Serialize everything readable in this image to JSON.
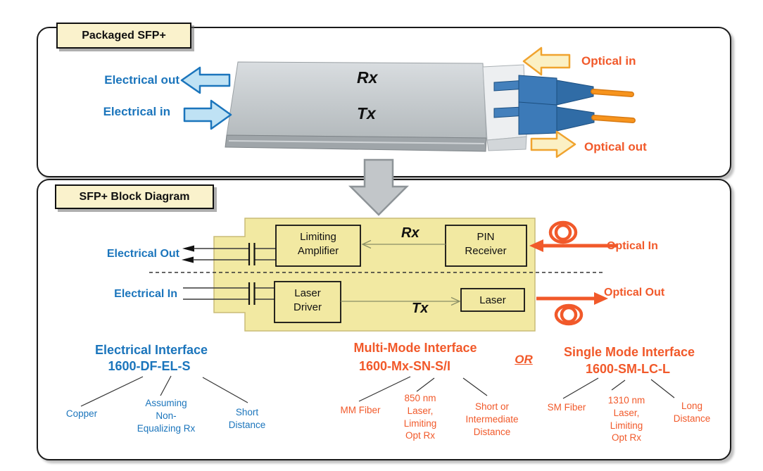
{
  "colors": {
    "blue": "#1b75bc",
    "orange": "#f1592a",
    "fiber_orange": "#f7941d",
    "yellow_block": "#f2e9a2",
    "title_box_bg": "#faf2cc",
    "blue_arrow_fill": "#bfe2f4",
    "yellow_arrow_fill": "#fbf0c4",
    "yellow_arrow_border": "#f0a32f",
    "gray_arrow_fill": "#c2c6c9"
  },
  "top_panel": {
    "title": "Packaged SFP+",
    "labels": {
      "electrical_out": "Electrical out",
      "electrical_in": "Electrical in",
      "optical_in": "Optical in",
      "optical_out": "Optical out",
      "rx": "Rx",
      "tx": "Tx"
    }
  },
  "bottom_panel": {
    "title": "SFP+ Block Diagram",
    "labels": {
      "electrical_out": "Electrical Out",
      "electrical_in": "Electrical In",
      "optical_in": "Optical In",
      "optical_out": "Optical Out",
      "rx": "Rx",
      "tx": "Tx",
      "or": "OR"
    },
    "blocks": {
      "limiting_amplifier": {
        "lines": [
          "Limiting",
          "Amplifier"
        ]
      },
      "pin_receiver": {
        "lines": [
          "PIN",
          "Receiver"
        ]
      },
      "laser_driver": {
        "lines": [
          "Laser",
          "Driver"
        ]
      },
      "laser": {
        "lines": [
          "Laser"
        ]
      }
    },
    "interfaces": {
      "electrical": {
        "title": "Electrical Interface",
        "part_number": "1600-DF-EL-S",
        "items": [
          {
            "lines": [
              "Copper"
            ]
          },
          {
            "lines": [
              "Assuming",
              "Non-",
              "Equalizing Rx"
            ]
          },
          {
            "lines": [
              "Short",
              "Distance"
            ]
          }
        ]
      },
      "multi_mode": {
        "title": "Multi-Mode Interface",
        "part_number": "1600-Mx-SN-S/I",
        "items": [
          {
            "lines": [
              "MM Fiber"
            ]
          },
          {
            "lines": [
              "850 nm",
              "Laser,",
              "Limiting",
              "Opt Rx"
            ]
          },
          {
            "lines": [
              "Short or",
              "Intermediate",
              "Distance"
            ]
          }
        ]
      },
      "single_mode": {
        "title": "Single Mode Interface",
        "part_number": "1600-SM-LC-L",
        "items": [
          {
            "lines": [
              "SM Fiber"
            ]
          },
          {
            "lines": [
              "1310 nm",
              "Laser,",
              "Limiting",
              "Opt Rx"
            ]
          },
          {
            "lines": [
              "Long",
              "Distance"
            ]
          }
        ]
      }
    }
  }
}
